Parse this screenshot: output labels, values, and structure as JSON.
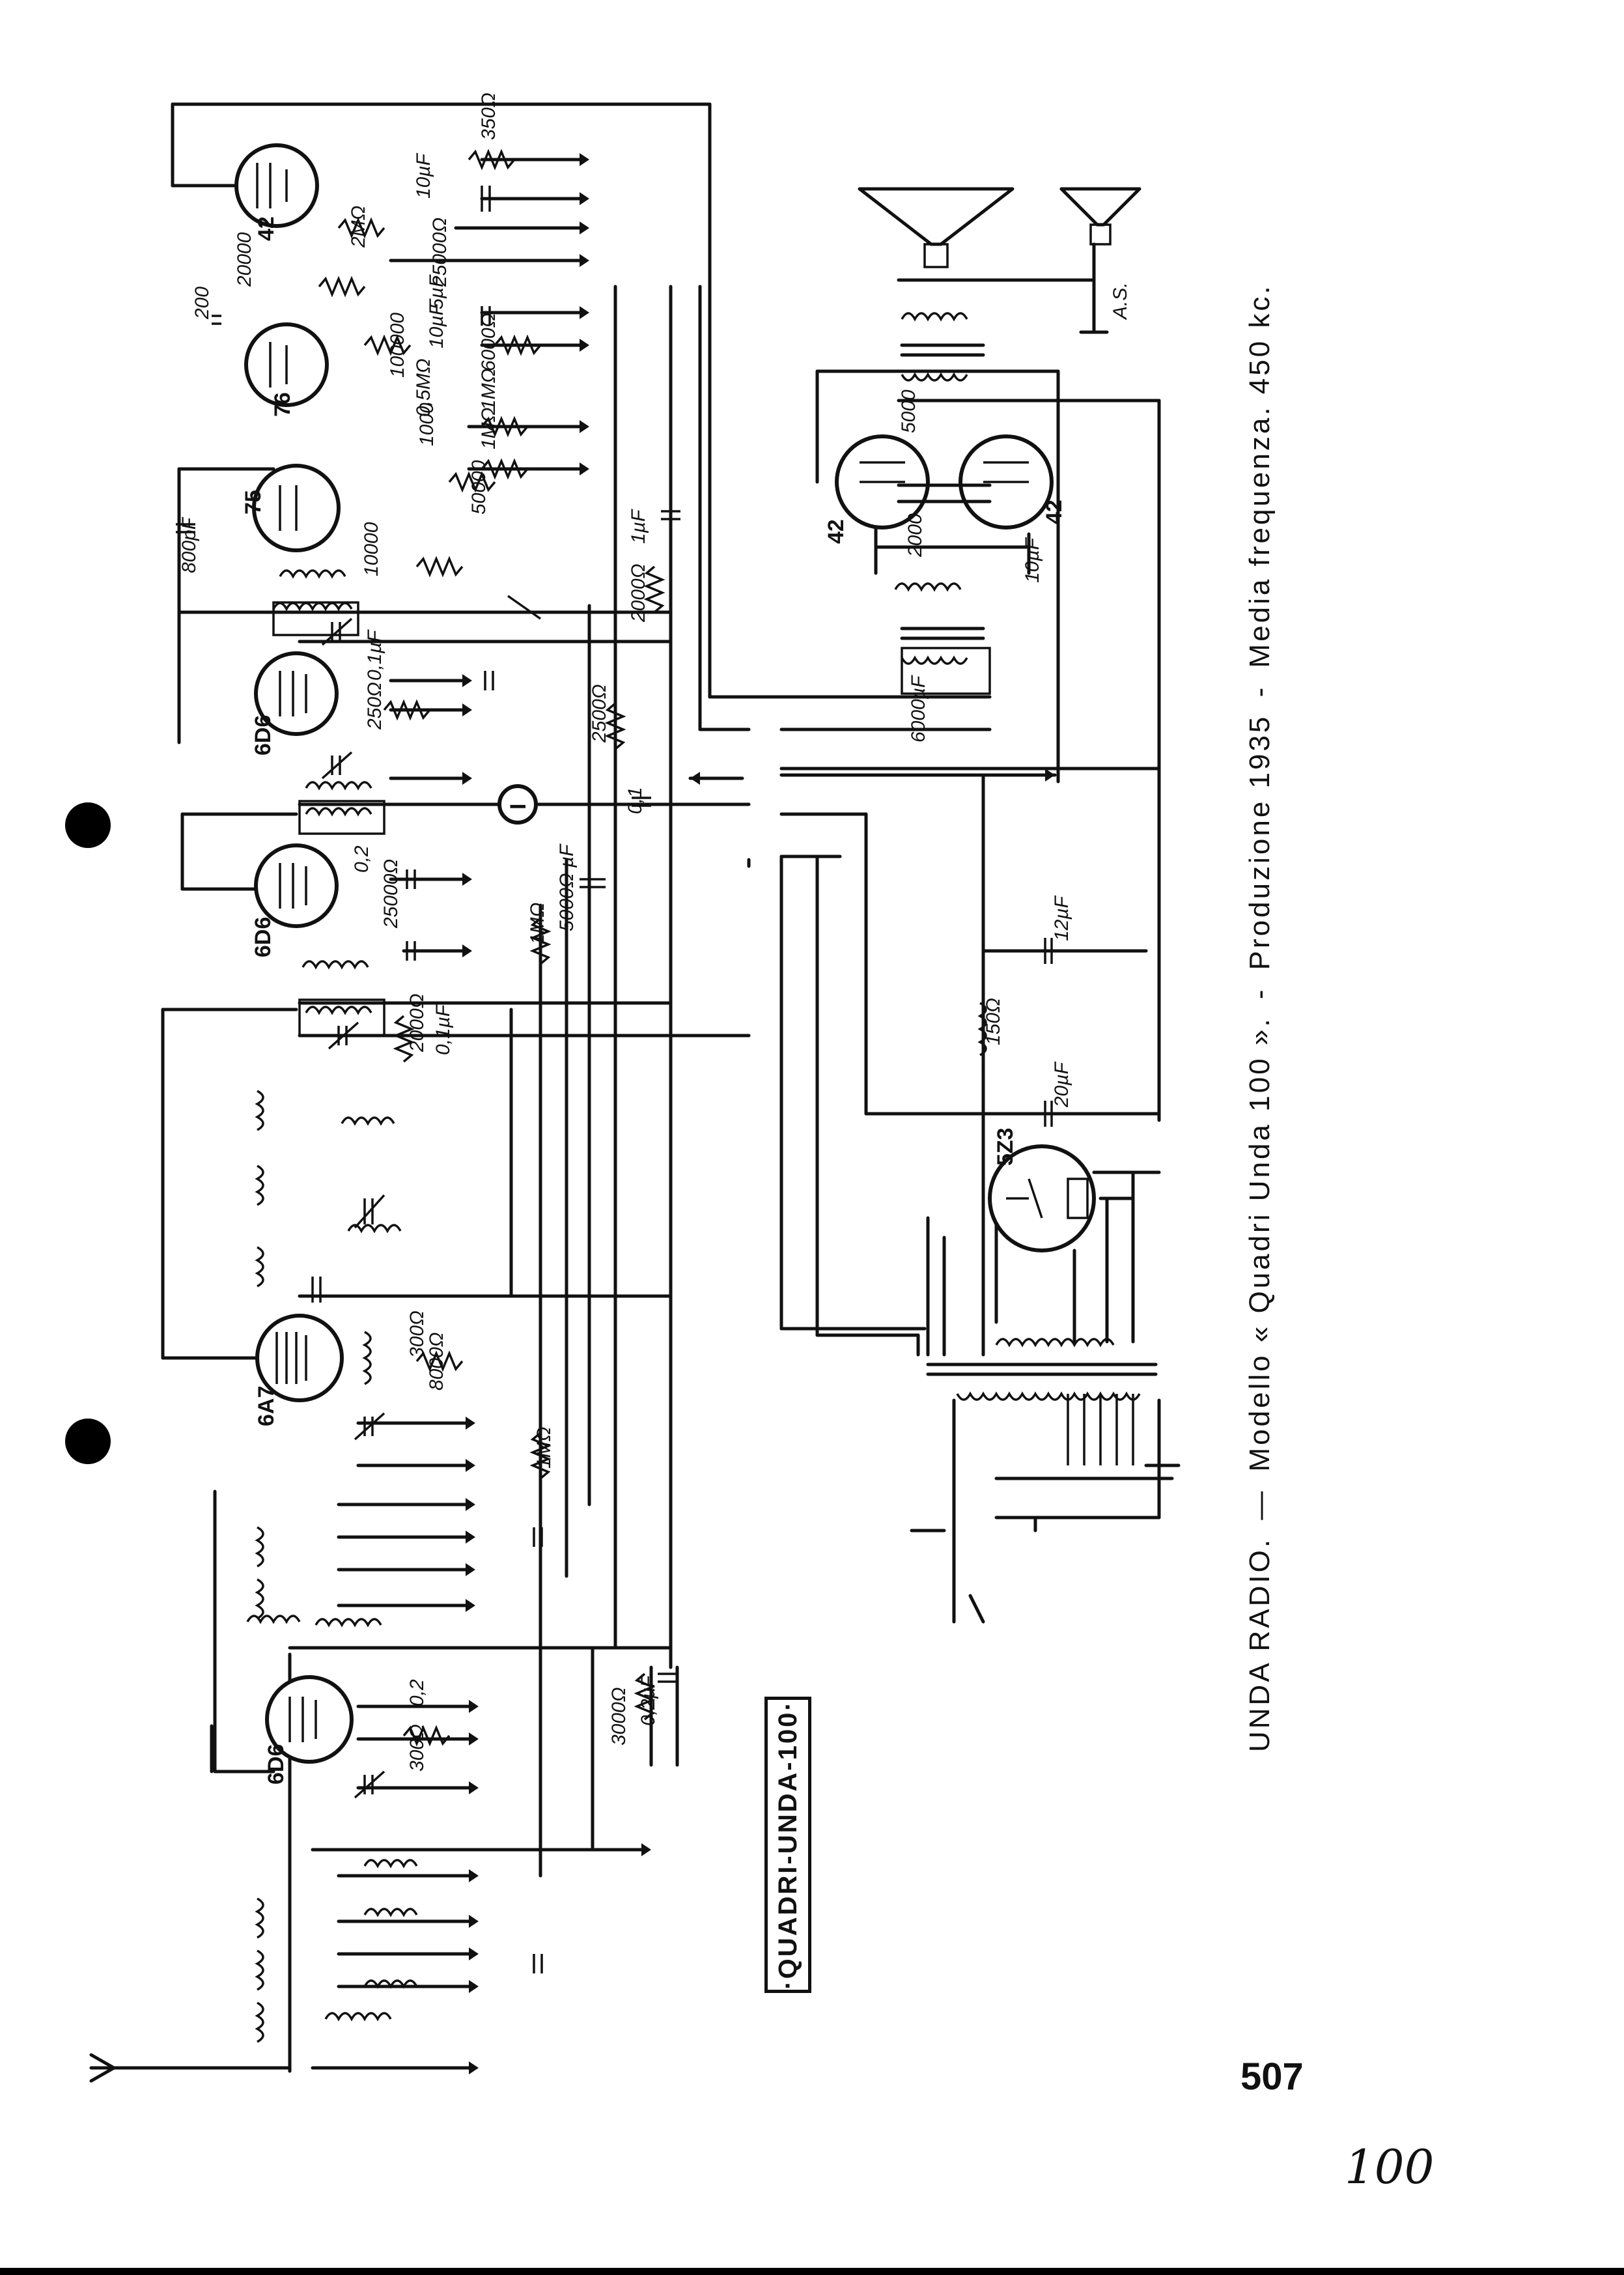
{
  "title": {
    "manufacturer": "UNDA RADIO.",
    "dash": "—",
    "model": "Modello « Quadri Unda 100 ».",
    "separator": "-",
    "production": "Produzione 1935",
    "intermediate_frequency": "Media frequenza. 450 kc."
  },
  "model_label": "·QUADRI-UNDA-100·",
  "page_number": "507",
  "handwritten_number": "100",
  "tubes": [
    {
      "id": "rf-amplifier",
      "label": "6D6"
    },
    {
      "id": "converter",
      "label": "6A7"
    },
    {
      "id": "if-amplifier-1",
      "label": "6D6"
    },
    {
      "id": "if-amplifier-2",
      "label": "6D6"
    },
    {
      "id": "detector",
      "label": "75"
    },
    {
      "id": "driver",
      "label": "76"
    },
    {
      "id": "output-1",
      "label": "42"
    },
    {
      "id": "push-pull-a",
      "label": "42"
    },
    {
      "id": "push-pull-b",
      "label": "42"
    },
    {
      "id": "rectifier",
      "label": "5Z3"
    }
  ],
  "component_values": {
    "v1": "3000Ω",
    "v2": "0,2µF",
    "v3": "0,2",
    "v4": "300Ω",
    "v5": "1MΩ",
    "v6": "300Ω",
    "v7": "8000Ω",
    "v8": "2000Ω",
    "v9": "0,1µF",
    "v10": "1MΩ",
    "v11": "5000Ω µF",
    "v12": "25000Ω",
    "v13": "0,2",
    "v14": "2500Ω",
    "v15": "0,1",
    "v16": "250Ω",
    "v17": "0,1µF",
    "v18": "2000Ω",
    "v19": "1µF",
    "v20": "800pF",
    "v21": "50000",
    "v22": "1MΩ",
    "v23": "1000",
    "v24": "10000",
    "v25": "1MΩ",
    "v26": "200",
    "v27": "6000Ω",
    "v28": "10µF",
    "v29": "5µF",
    "v30": "100000",
    "v31": "25000Ω",
    "v32": "0,5MΩ",
    "v33": "10µF",
    "v34": "2MΩ",
    "v35": "20000",
    "v36": "350Ω",
    "v37": "5000",
    "v38": "2000",
    "v39": "10µF",
    "v40": "6000µF",
    "v41": "12µF",
    "v42": "150Ω",
    "v43": "20µF",
    "v44": "A.S."
  },
  "meter_symbol": "I"
}
